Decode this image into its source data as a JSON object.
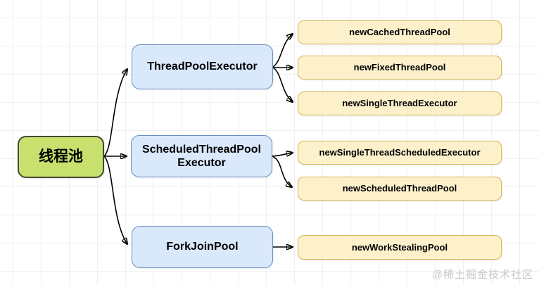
{
  "diagram": {
    "root": {
      "label": "线程池"
    },
    "branches": [
      {
        "label": "ThreadPoolExecutor",
        "lines": [
          "ThreadPoolExecutor"
        ],
        "children": [
          "newCachedThreadPool",
          "newFixedThreadPool",
          "newSingleThreadExecutor"
        ]
      },
      {
        "label": "ScheduledThreadPoolExecutor",
        "lines": [
          "ScheduledThreadPool",
          "Executor"
        ],
        "children": [
          "newSingleThreadScheduledExecutor",
          "newScheduledThreadPool"
        ]
      },
      {
        "label": "ForkJoinPool",
        "lines": [
          "ForkJoinPool"
        ],
        "children": [
          "newWorkStealingPool"
        ]
      }
    ]
  },
  "colors": {
    "green-fill": "#c8e06e",
    "green-stroke": "#434a32",
    "blue-fill": "#dae8fc",
    "blue-stroke": "#6c8ebf",
    "yellow-fill": "#fdf1cc",
    "yellow-stroke": "#d6b656"
  },
  "watermark": {
    "text": "@稀土掘金技术社区"
  }
}
